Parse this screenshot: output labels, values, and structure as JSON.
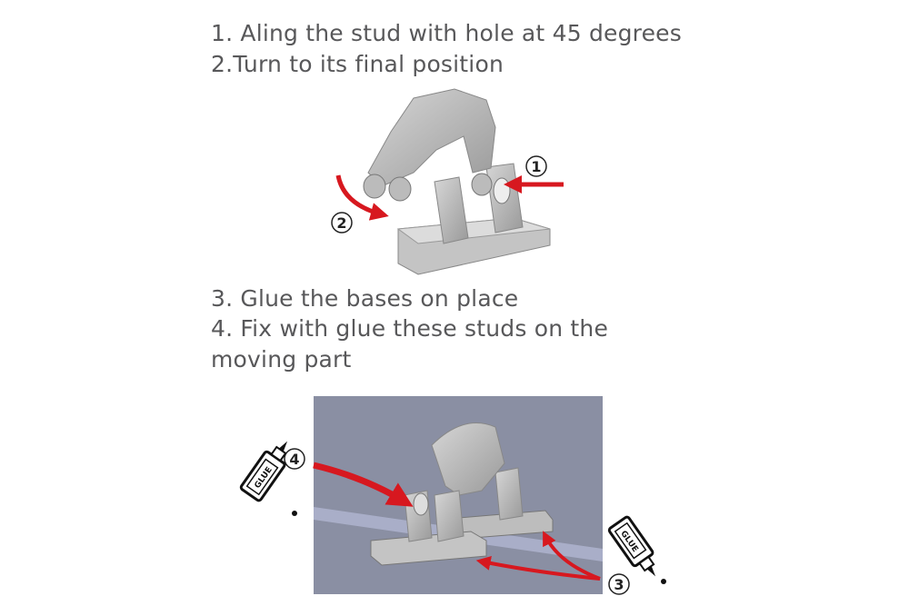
{
  "instructions": {
    "step1": "1. Aling the stud with hole at 45 degrees",
    "step2": "2.Turn to its final position",
    "step3": "3. Glue the bases on place",
    "step4_line1": "4. Fix with glue these studs on the",
    "step4_line2": "moving part"
  },
  "callouts": {
    "c1": "1",
    "c2": "2",
    "c3": "3",
    "c4": "4"
  },
  "glue_label": "GLUE",
  "colors": {
    "text": "#58585a",
    "arrow": "#d7181f",
    "part": "#b8b8b8",
    "background_panel": "#8a8fa3"
  }
}
